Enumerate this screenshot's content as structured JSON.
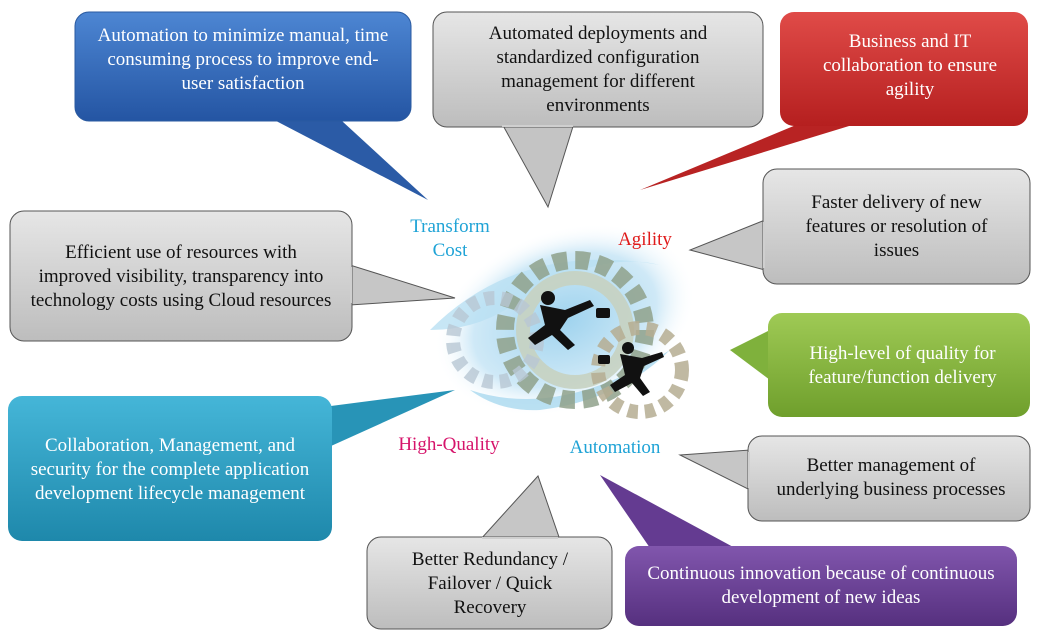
{
  "center": {
    "labels": {
      "transform_cost": "Transform\nCost",
      "agility": "Agility",
      "high_quality": "High-Quality",
      "automation": "Automation"
    },
    "colors": {
      "transform_cost": "#1fa3d6",
      "agility": "#e01b1b",
      "high_quality": "#d6146b",
      "automation": "#1fa3d6"
    }
  },
  "bubbles": {
    "automation_manual": {
      "text": "Automation to minimize manual, time consuming process to improve end-user satisfaction",
      "color": "#2e67b8"
    },
    "automated_deployments": {
      "text": "Automated deployments and standardized configuration management for different environments",
      "color": "#d0d0d0"
    },
    "business_it": {
      "text": "Business and IT collaboration to ensure agility",
      "color": "#c62828"
    },
    "faster_delivery": {
      "text": "Faster delivery of new features or resolution of issues",
      "color": "#d0d0d0"
    },
    "efficient_resources": {
      "text": "Efficient use of resources with improved visibility, transparency into technology costs using Cloud resources",
      "color": "#d0d0d0"
    },
    "high_level_quality": {
      "text": "High-level of quality for feature/function delivery",
      "color": "#82b43c"
    },
    "collaboration_management": {
      "text": "Collaboration, Management, and security for the complete application development lifecycle management",
      "color": "#2b9fc1"
    },
    "better_management": {
      "text": "Better management of underlying business processes",
      "color": "#d0d0d0"
    },
    "better_redundancy": {
      "text": "Better Redundancy / Failover / Quick Recovery",
      "color": "#d0d0d0"
    },
    "continuous_innovation": {
      "text": "Continuous innovation because of continuous development of new ideas",
      "color": "#6a3f96"
    }
  }
}
